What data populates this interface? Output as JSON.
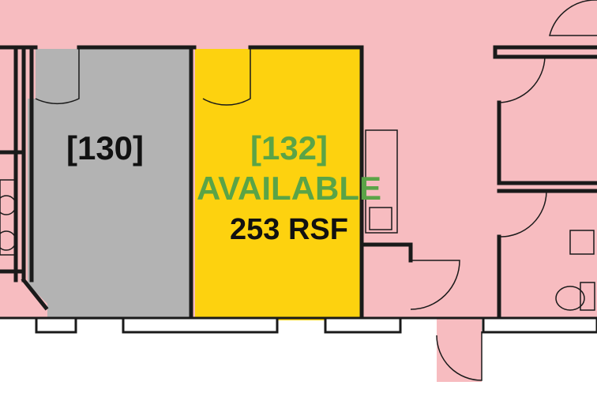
{
  "floorplan": {
    "colors": {
      "common_area": "#f7bcc0",
      "leased_suite": "#b3b3b3",
      "available_suite": "#fdd20f",
      "available_text": "#5aa447",
      "wall": "#1a1a1a",
      "exterior": "#ffffff"
    },
    "suites": [
      {
        "id_label": "[130]",
        "status": "leased"
      },
      {
        "id_label": "[132]",
        "status_label": "AVAILABLE",
        "area_label": "253 RSF",
        "status": "available"
      }
    ]
  }
}
